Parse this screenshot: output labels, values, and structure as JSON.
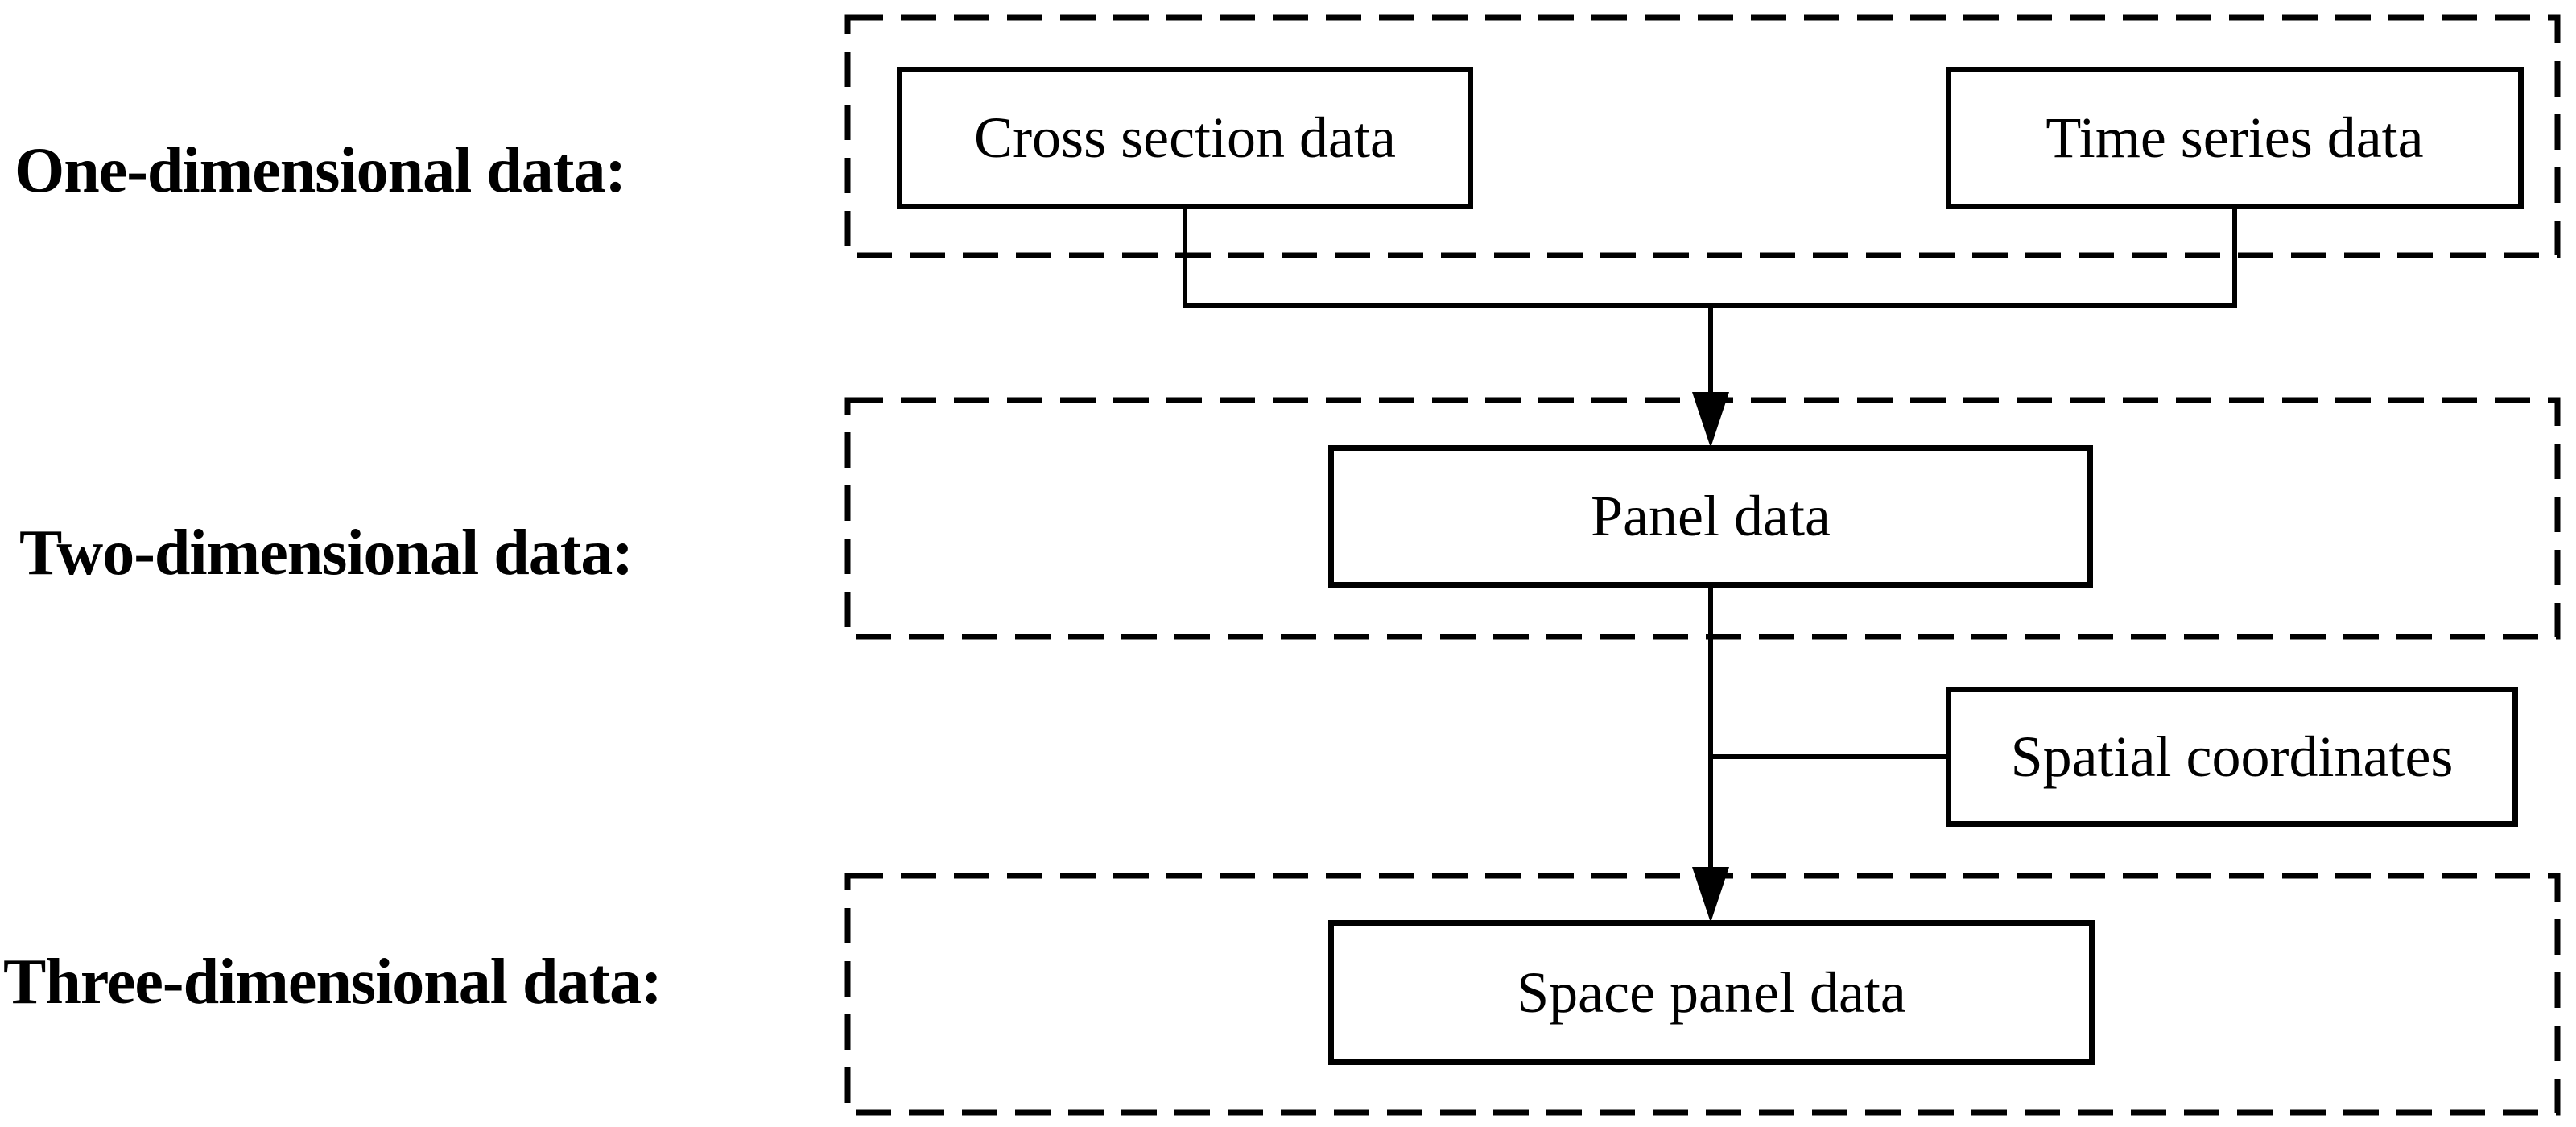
{
  "diagram": {
    "colors": {
      "line": "#000000",
      "background": "#ffffff",
      "text": "#000000"
    },
    "rows": [
      {
        "label": "One-dimensional data:",
        "nodes": [
          "Cross section data",
          "Time series data"
        ]
      },
      {
        "label": "Two-dimensional data:",
        "nodes": [
          "Panel data"
        ]
      },
      {
        "label": "Three-dimensional data:",
        "nodes": [
          "Space panel data"
        ]
      }
    ],
    "side_node": {
      "label": "Spatial coordinates"
    }
  }
}
